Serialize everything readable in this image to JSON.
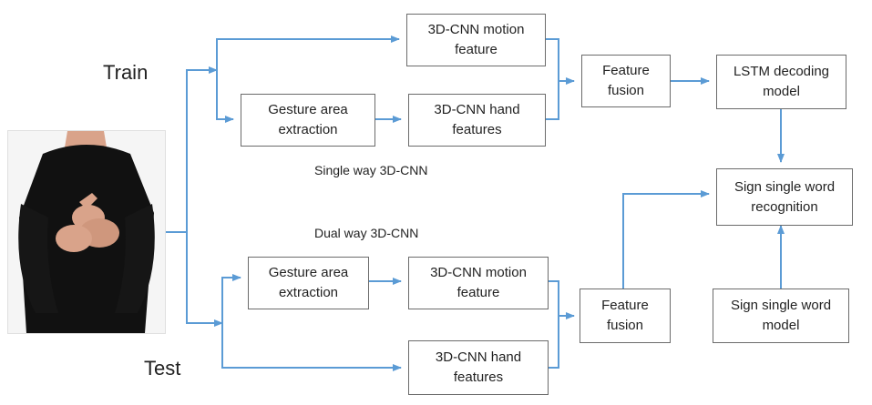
{
  "labels": {
    "train": "Train",
    "test": "Test",
    "single_way": "Single way 3D-CNN",
    "dual_way": "Dual way 3D-CNN"
  },
  "boxes": {
    "train_motion": [
      "3D-CNN motion",
      "feature"
    ],
    "train_gesture": [
      "Gesture area",
      "extraction"
    ],
    "train_hand": [
      "3D-CNN hand",
      "features"
    ],
    "train_fusion": [
      "Feature",
      "fusion"
    ],
    "lstm": [
      "LSTM decoding",
      "model"
    ],
    "recognition": [
      "Sign single word",
      "recognition"
    ],
    "test_gesture": [
      "Gesture area",
      "extraction"
    ],
    "test_motion": [
      "3D-CNN motion",
      "feature"
    ],
    "test_fusion": [
      "Feature",
      "fusion"
    ],
    "word_model": [
      "Sign single word",
      "model"
    ],
    "test_hand": [
      "3D-CNN hand",
      "features"
    ]
  },
  "colors": {
    "arrow": "#5b9bd5",
    "box_border": "#6b6b6b",
    "shirt": "#111111",
    "skin": "#d9a38a"
  }
}
